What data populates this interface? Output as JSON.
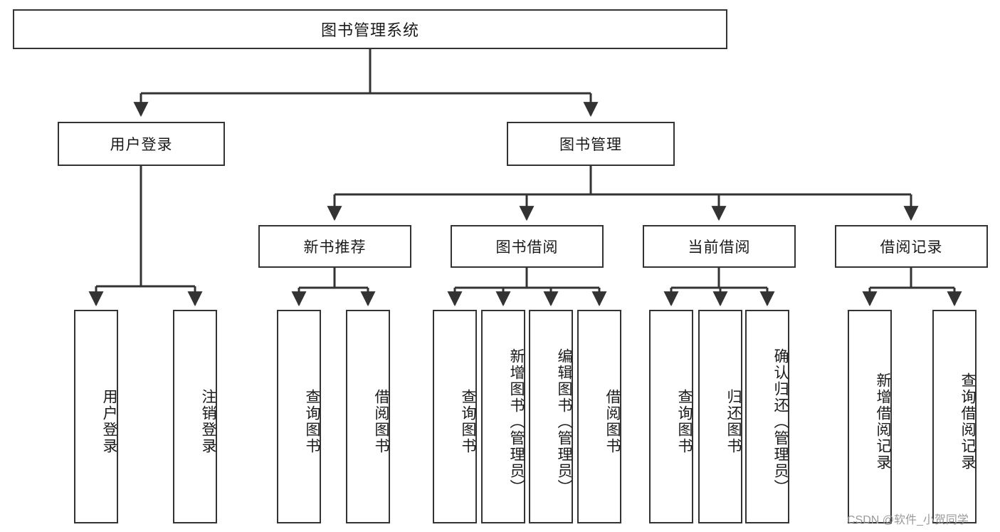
{
  "diagram": {
    "type": "hierarchy-tree",
    "title": "图书管理系统",
    "watermark": "CSDN @软件_小贺同学",
    "accent_color": "#333333",
    "background_color": "#ffffff",
    "nodes": {
      "root": {
        "label": "图书管理系统"
      },
      "level2": [
        {
          "label": "用户登录"
        },
        {
          "label": "图书管理"
        }
      ],
      "level3": [
        {
          "label": "新书推荐"
        },
        {
          "label": "图书借阅"
        },
        {
          "label": "当前借阅"
        },
        {
          "label": "借阅记录"
        }
      ],
      "leaves": {
        "user_login": [
          {
            "label": "用户登录"
          },
          {
            "label": "注销登录"
          }
        ],
        "new_book_recommend": [
          {
            "label": "查询图书"
          },
          {
            "label": "借阅图书"
          }
        ],
        "book_borrow": [
          {
            "label": "查询图书"
          },
          {
            "label": "新增图书（管理员）"
          },
          {
            "label": "编辑图书（管理员）"
          },
          {
            "label": "借阅图书"
          }
        ],
        "current_borrow": [
          {
            "label": "查询图书"
          },
          {
            "label": "归还图书"
          },
          {
            "label": "确认归还（管理员）"
          }
        ],
        "borrow_record": [
          {
            "label": "新增借阅记录"
          },
          {
            "label": "查询借阅记录"
          }
        ]
      }
    }
  }
}
